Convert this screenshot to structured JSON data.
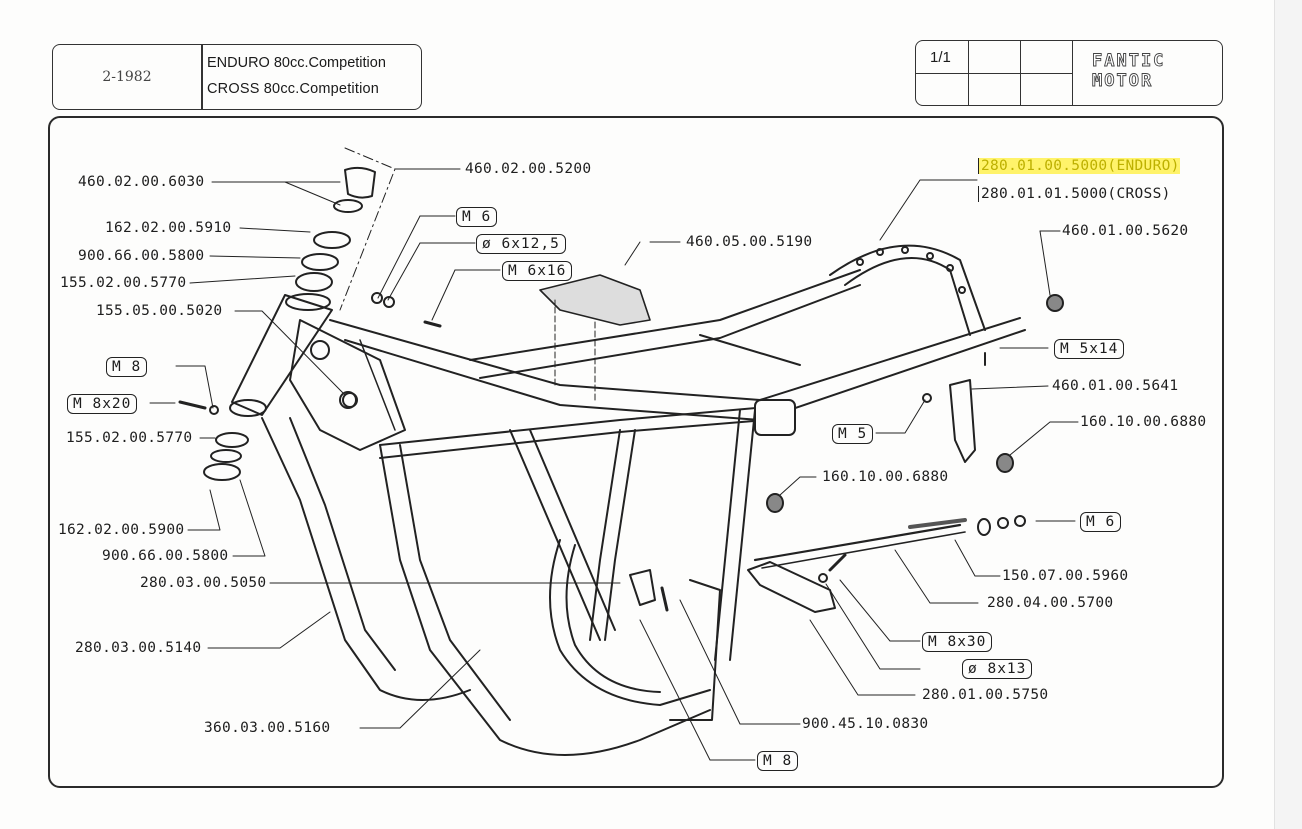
{
  "header": {
    "date": "2-1982",
    "models": [
      "ENDURO 80cc.Competition",
      "CROSS 80cc.Competition"
    ],
    "sheet": "1/1",
    "brand_logo": [
      "FANTIC",
      "MOTOR"
    ]
  },
  "diagram": {
    "title": "Frame exploded view",
    "frame_codes": {
      "enduro": "280.01.00.5000(ENDURO)",
      "cross": "280.01.01.5000(CROSS)"
    },
    "part_labels": [
      "460.02.00.6030",
      "460.02.00.5200",
      "162.02.00.5910",
      "900.66.00.5800",
      "155.02.00.5770",
      "155.05.00.5020",
      "460.05.00.5190",
      "460.01.00.5620",
      "460.01.00.5641",
      "160.10.00.6880",
      "160.10.00.6880",
      "155.02.00.5770",
      "162.02.00.5900",
      "900.66.00.5800",
      "280.03.00.5050",
      "150.07.00.5960",
      "280.04.00.5700",
      "280.03.00.5140",
      "280.01.00.5750",
      "360.03.00.5160",
      "900.45.10.0830"
    ],
    "hardware_tags": [
      "M 6",
      "ø 6x12,5",
      "M 6x16",
      "M 8",
      "M 8x20",
      "M 5x14",
      "M 5",
      "M 6",
      "M 8x30",
      "ø 8x13",
      "M 8"
    ]
  },
  "colors": {
    "highlight": "#fff36a",
    "ink": "#1e1e1e"
  }
}
